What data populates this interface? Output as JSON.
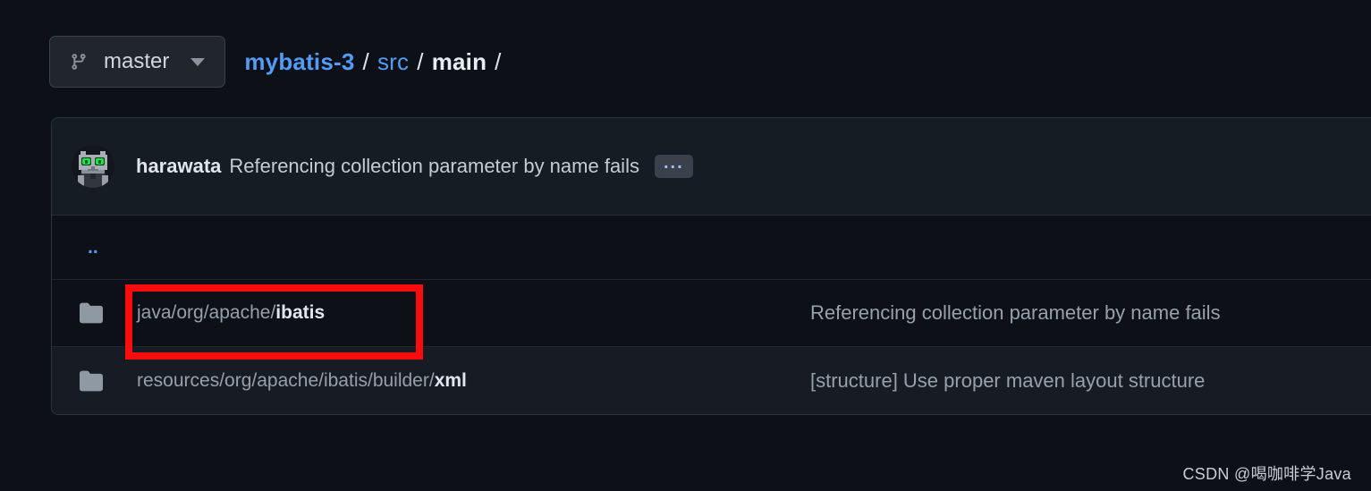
{
  "branch_selector": {
    "label": "master",
    "icon": "git-branch-icon"
  },
  "breadcrumb": {
    "repo": "mybatis-3",
    "dir": "src",
    "current": "main",
    "separator": "/"
  },
  "commit_header": {
    "author": "harawata",
    "message": "Referencing collection parameter by name fails",
    "expander_label": "..."
  },
  "file_list": {
    "parent_link": "..",
    "rows": [
      {
        "icon": "folder-icon",
        "path_prefix": "java/org/apache/",
        "name": "ibatis",
        "commit_message": "Referencing collection parameter by name fails",
        "annotated": true
      },
      {
        "icon": "folder-icon",
        "path_prefix": "resources/org/apache/ibatis/builder/",
        "name": "xml",
        "commit_message": "[structure] Use proper maven layout structure",
        "annotated": false
      }
    ]
  },
  "annotation": {
    "shape": "red-rectangle",
    "color": "#f70d0e"
  },
  "watermark": "CSDN @喝咖啡学Java",
  "colors": {
    "page_background": "#0d1117",
    "box_header_background": "#161c23",
    "border": "#2e343d",
    "link_blue": "#539bf5",
    "text_bright": "#dfe6ec",
    "text_muted": "#96a1ac",
    "annotation_red": "#f70d0e"
  }
}
